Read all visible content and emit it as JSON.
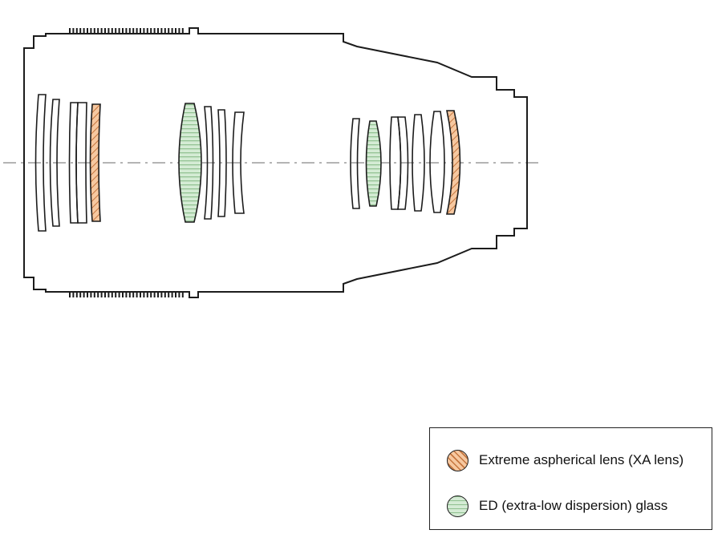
{
  "legend": {
    "items": [
      {
        "id": "xa",
        "label": "Extreme aspherical lens (XA lens)"
      },
      {
        "id": "ed",
        "label": "ED (extra-low dispersion) glass"
      }
    ]
  },
  "colors": {
    "outline": "#1c1c1c",
    "axis-line": "#9b9b9b",
    "background": "#ffffff",
    "xa-fill": "#f6c8a0",
    "xa-line": "#c5763f",
    "ed-fill": "#d4ebd4",
    "ed-line": "#8fc08f",
    "legend-border": "#222222",
    "text": "#111111"
  }
}
